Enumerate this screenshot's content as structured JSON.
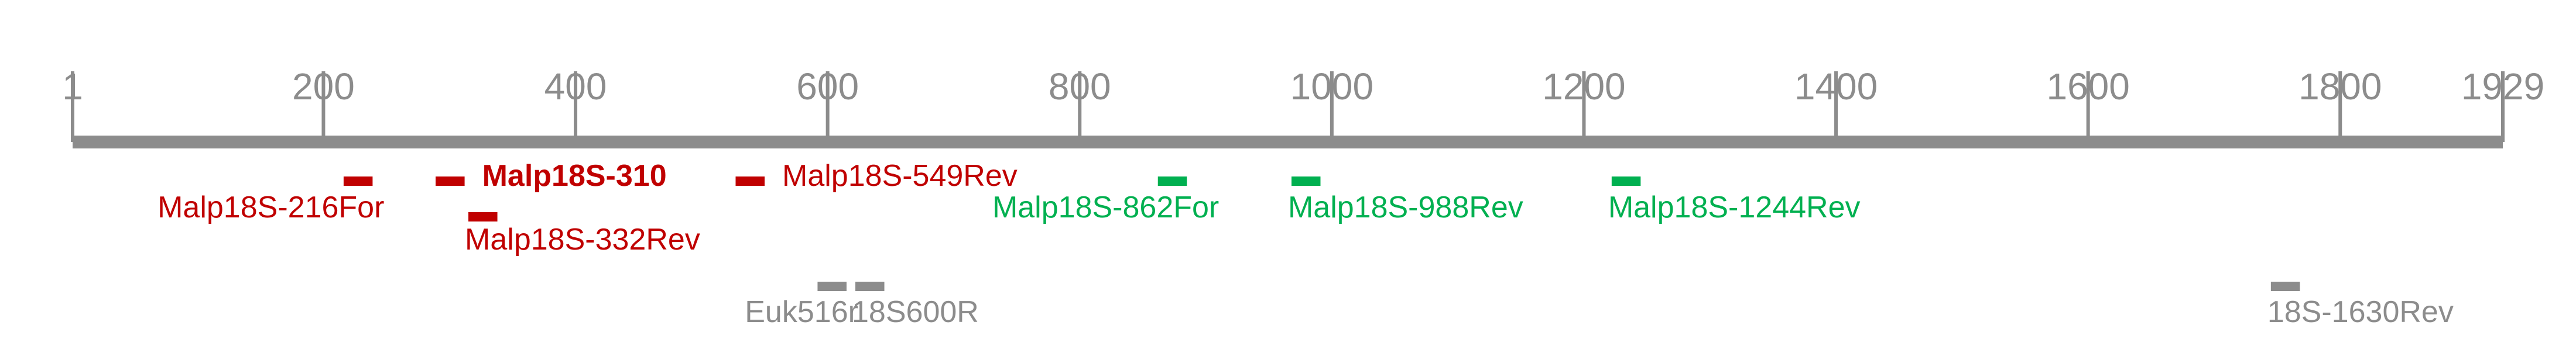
{
  "axis": {
    "min": 1,
    "max": 1929,
    "color": "#8c8c8c",
    "ticks": [
      {
        "value": 1,
        "label": "1"
      },
      {
        "value": 200,
        "label": "200"
      },
      {
        "value": 400,
        "label": "400"
      },
      {
        "value": 600,
        "label": "600"
      },
      {
        "value": 800,
        "label": "800"
      },
      {
        "value": 1000,
        "label": "1000"
      },
      {
        "value": 1200,
        "label": "1200"
      },
      {
        "value": 1400,
        "label": "1400"
      },
      {
        "value": 1600,
        "label": "1600"
      },
      {
        "value": 1800,
        "label": "1800"
      },
      {
        "value": 1929,
        "label": "1929"
      }
    ]
  },
  "colors": {
    "red": "#c00000",
    "green": "#00b050",
    "gray": "#8c8c8c"
  },
  "primers": [
    {
      "id": "malp18s-216for",
      "label": "Malp18S-216For",
      "start": 216,
      "end": 239,
      "color": "red",
      "row": 1,
      "label_row": 2,
      "label_side": "left",
      "bold": false
    },
    {
      "id": "malp18s-310",
      "label": "Malp18S-310",
      "start": 289,
      "end": 312,
      "color": "red",
      "row": 1,
      "label_row": 1,
      "label_side": "right",
      "bold": true
    },
    {
      "id": "malp18s-332rev",
      "label": "Malp18S-332Rev",
      "start": 315,
      "end": 338,
      "color": "red",
      "row": 2,
      "label_row": 3,
      "label_side": "under",
      "bold": false
    },
    {
      "id": "malp18s-549rev",
      "label": "Malp18S-549Rev",
      "start": 527,
      "end": 550,
      "color": "red",
      "row": 1,
      "label_row": 1,
      "label_side": "right",
      "bold": false
    },
    {
      "id": "malp18s-862for",
      "label": "Malp18S-862For",
      "start": 862,
      "end": 885,
      "color": "green",
      "row": 1,
      "label_row": 2,
      "label_side": "left-under",
      "bold": false
    },
    {
      "id": "malp18s-988rev",
      "label": "Malp18S-988Rev",
      "start": 968,
      "end": 991,
      "color": "green",
      "row": 1,
      "label_row": 2,
      "label_side": "under",
      "bold": false
    },
    {
      "id": "malp18s-1244rev",
      "label": "Malp18S-1244Rev",
      "start": 1222,
      "end": 1245,
      "color": "green",
      "row": 1,
      "label_row": 2,
      "label_side": "under",
      "bold": false
    },
    {
      "id": "euk516r",
      "label": "Euk516r",
      "start": 592,
      "end": 615,
      "color": "gray",
      "row": 3,
      "label_row": 4,
      "label_side": "left",
      "bold": false
    },
    {
      "id": "18s600r",
      "label": "18S600R",
      "start": 622,
      "end": 645,
      "color": "gray",
      "row": 3,
      "label_row": 4,
      "label_side": "under",
      "bold": false
    },
    {
      "id": "18s-1630rev",
      "label": "18S-1630Rev",
      "start": 1745,
      "end": 1768,
      "color": "gray",
      "row": 3,
      "label_row": 4,
      "label_side": "under",
      "bold": false
    }
  ]
}
